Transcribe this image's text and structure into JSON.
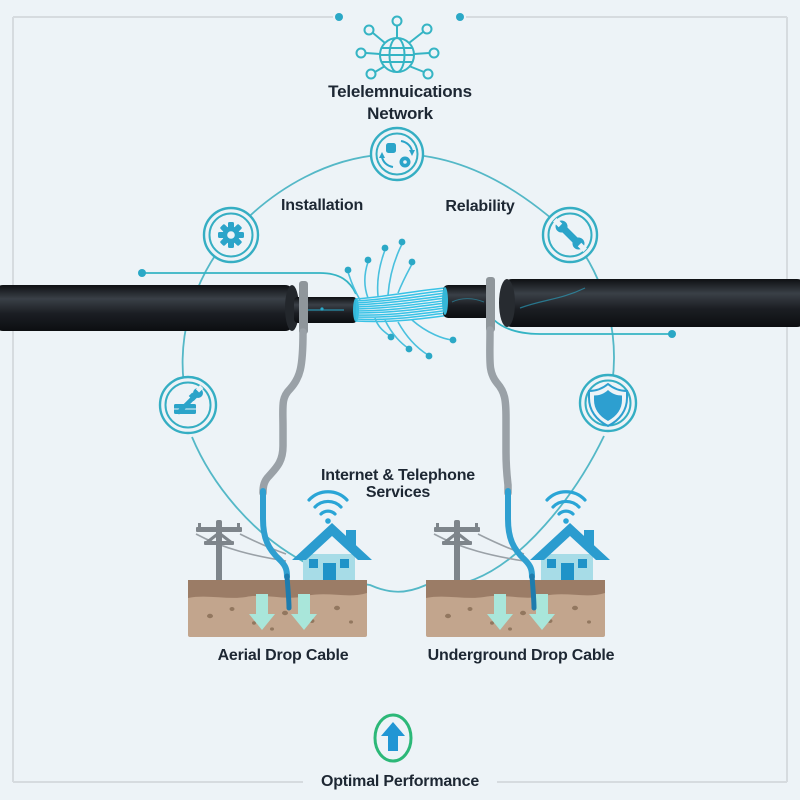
{
  "header": {
    "icon": "globe-network-icon",
    "title_line1": "Telelemnuications",
    "title_line2": "Network"
  },
  "cycle": {
    "top_icon": "sync-icon",
    "left_icon": "gear-icon",
    "right_icon": "wrench-icon",
    "lower_left_icon": "tools-icon",
    "lower_right_icon": "shield-icon",
    "left_label": "Installation",
    "right_label": "Relability"
  },
  "center": {
    "cable_icons": [
      "distribution-cable-left",
      "fiber-splice",
      "distribution-cable-right"
    ],
    "label_line1": "Internet & Telephone",
    "label_line2": "Services"
  },
  "scenes": [
    {
      "label": "Aerial Drop Cable",
      "icons": [
        "utility-pole-icon",
        "wifi-icon",
        "house-icon",
        "down-arrow-icon",
        "ground-cross-section",
        "drop-cable"
      ]
    },
    {
      "label": "Underground Drop Cable",
      "icons": [
        "utility-pole-icon",
        "wifi-icon",
        "house-icon",
        "down-arrow-icon",
        "ground-cross-section",
        "drop-cable"
      ]
    }
  ],
  "footer": {
    "icon": "up-arrow-icon",
    "label": "Optimal Performance"
  },
  "colors": {
    "background": "#edf3f7",
    "border": "#d6dbdf",
    "accent_teal": "#35b0c5",
    "icon_fill": "#2ba4c9",
    "fiber_cyan": "#38c2e6",
    "text": "#1d2733",
    "cable_black": "#1a1e23",
    "wire_gray": "#9aa1a7",
    "ground_top": "#9b7c66",
    "ground_body": "#c2a58d",
    "mint_arrow": "#a9e6da",
    "house_body": "#a7dce7",
    "house_roof": "#2b9ccf",
    "green": "#2cb878",
    "arrow_blue": "#2196d4"
  }
}
